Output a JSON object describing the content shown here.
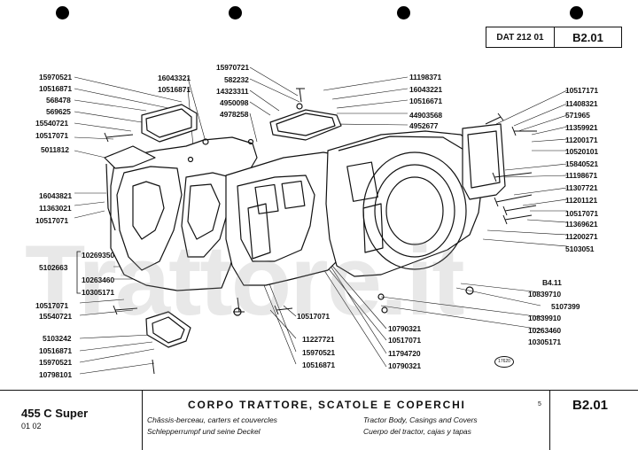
{
  "header": {
    "dat": "DAT 212 01",
    "page": "B2.01"
  },
  "labels": {
    "l1": "15970521",
    "l2": "10516871",
    "l3": "568478",
    "l4": "569625",
    "l5": "15540721",
    "l6": "10517071",
    "l7": "5011812",
    "l8": "16043321",
    "l9": "10516871",
    "l10": "15970721",
    "l11": "582232",
    "l12": "14323311",
    "l13": "4950098",
    "l14": "4978258",
    "l15": "11198371",
    "l16": "16043221",
    "l17": "10516671",
    "l18": "44903568",
    "l19": "4952677",
    "l20": "10517171",
    "l21": "11408321",
    "l22": "571965",
    "l23": "11359921",
    "l24": "11200171",
    "l25": "10520101",
    "l26": "15840521",
    "l27": "11198671",
    "l28": "11307721",
    "l29": "11201121",
    "l30": "10517071",
    "l31": "11369621",
    "l32": "11200271",
    "l33": "5103051",
    "l34": "16043821",
    "l35": "11363021",
    "l36": "10517071",
    "l37": "10269350",
    "l38": "5102663",
    "l39": "10263460",
    "l40": "10305171",
    "l41": "10517071",
    "l42": "15540721",
    "l43": "5103242",
    "l44": "10516871",
    "l45": "15970521",
    "l46": "10798101",
    "l47": "10517071",
    "l48": "11227721",
    "l49": "15970521",
    "l50": "10516871",
    "l51": "10790321",
    "l52": "10517071",
    "l53": "11794720",
    "l54": "10790321",
    "l55": "B4.11",
    "l56": "10839710",
    "l57": "5107399",
    "l58": "10839910",
    "l59": "10263460",
    "l60": "10305171",
    "stamp": "17620"
  },
  "footer": {
    "model": "455 C Super",
    "code": "01   02",
    "title": "CORPO TRATTORE, SCATOLE E COPERCHI",
    "fr": "Châssis-berceau, carters et couvercles",
    "de": "Schlepperrumpf und seine Deckel",
    "en": "Tractor Body, Casings and Covers",
    "es": "Cuerpo del tractor, cajas y tapas",
    "small": "5",
    "page": "B2.01"
  },
  "watermark": "Trattore.it"
}
